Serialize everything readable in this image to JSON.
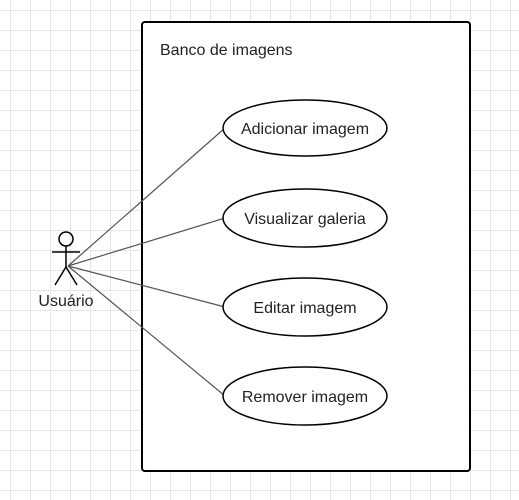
{
  "system": {
    "title": "Banco de imagens"
  },
  "actor": {
    "name": "Usuário"
  },
  "use_cases": [
    {
      "label": "Adicionar imagem"
    },
    {
      "label": "Visualizar galeria"
    },
    {
      "label": "Editar imagem"
    },
    {
      "label": "Remover imagem"
    }
  ],
  "colors": {
    "grid": "#e6e6e6",
    "stroke": "#000000",
    "association": "#555555",
    "text": "#222222",
    "background": "#ffffff"
  }
}
